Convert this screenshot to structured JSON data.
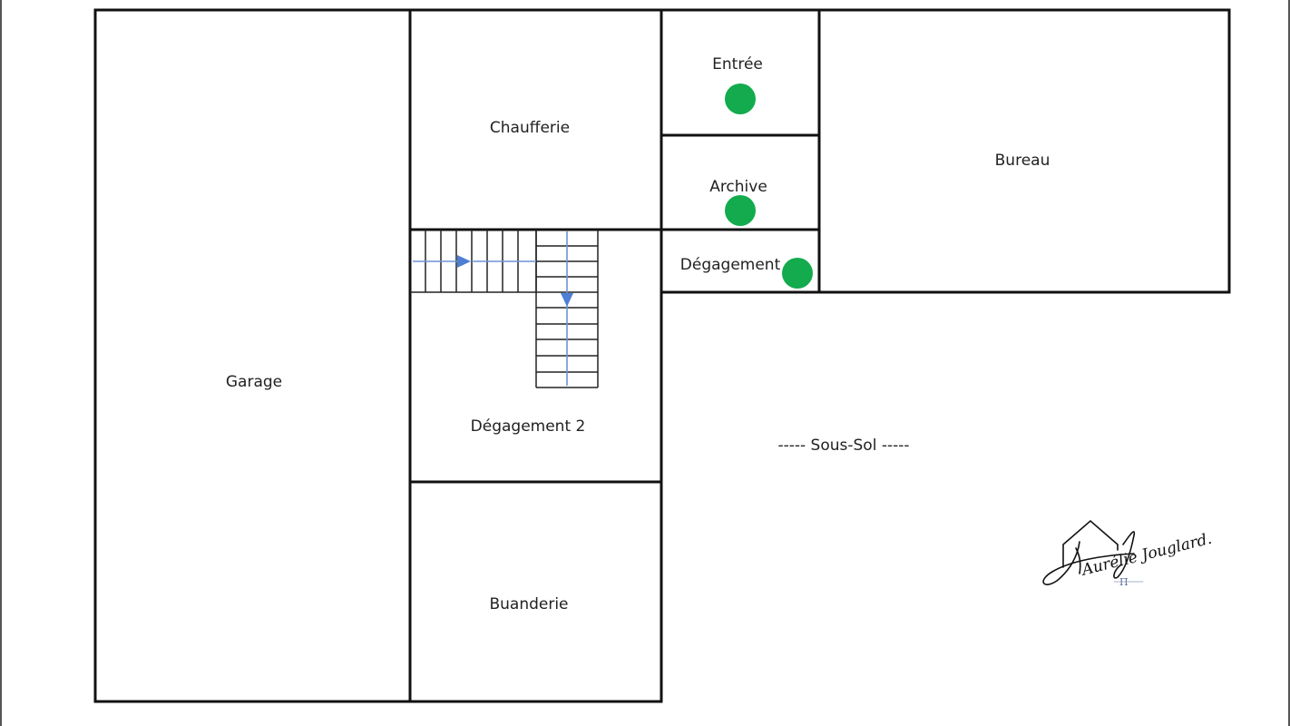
{
  "plan": {
    "level_label": "----- Sous-Sol -----",
    "marker_color": "#13ab4d",
    "arrow_color": "#4f7fd3",
    "rooms": {
      "garage": "Garage",
      "chaufferie": "Chaufferie",
      "entree": "Entrée",
      "archive": "Archive",
      "degagement": "Dégagement",
      "degagement2": "Dégagement 2",
      "buanderie": "Buanderie",
      "bureau": "Bureau"
    },
    "logo_text": "Aurélie Jouglard."
  }
}
